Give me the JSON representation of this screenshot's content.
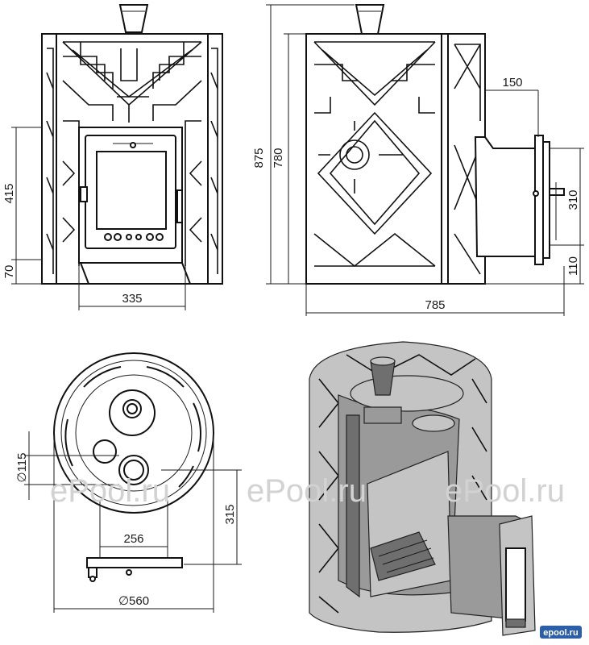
{
  "front_view": {
    "dim_height_door": "415",
    "dim_height_base": "70",
    "dim_width_door": "335"
  },
  "side_view": {
    "dim_total_height": "875",
    "dim_body_height": "780",
    "dim_tunnel_offset": "150",
    "dim_tunnel_height": "310",
    "dim_tunnel_base": "110",
    "dim_total_length": "785"
  },
  "top_view": {
    "dim_chimney_diameter": "∅115",
    "dim_tunnel_length": "315",
    "dim_tunnel_width": "256",
    "dim_body_diameter": "∅560"
  },
  "watermark": {
    "text_1": "ePool.ru",
    "text_2": "ePool.ru",
    "text_3": "ePool.ru"
  },
  "logo_text": "epool.ru",
  "colors": {
    "line": "#1a1a1a",
    "watermark": "#d2d2d2",
    "logo_bg": "#2d5fa8",
    "section_gray": "#9a9a9a"
  }
}
